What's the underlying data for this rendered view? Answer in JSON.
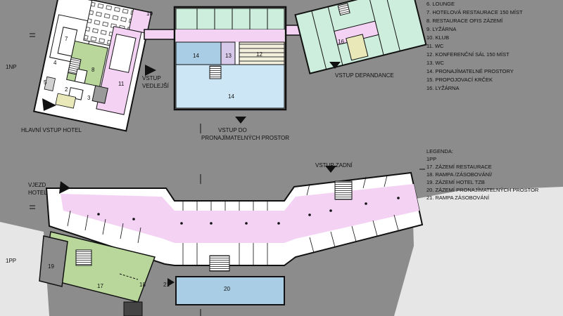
{
  "colors": {
    "background": "#8c8c8c",
    "light_area": "#e6e6e6",
    "pink_corridor": "#f3d2f3",
    "green_restaurant": "#b9d79b",
    "teal_dependance": "#cdeedd",
    "blue_rental": "#a9cde4",
    "light_blue_rental": "#cce6f6",
    "lilac": "#d7c9ea",
    "wall": "#111111",
    "yellow": "#e9e8b9"
  },
  "floor_1np": {
    "label": "1NP",
    "annotations": {
      "main_entrance": "HLAVNÍ VSTUP HOTEL",
      "side_entrance_1": "VSTUP",
      "side_entrance_2": "VEDLEJŠÍ",
      "dependance_entrance": "VSTUP DEPANDANCE",
      "rental_entrance_1": "VSTUP DO",
      "rental_entrance_2": "PRONAJÍMATELNÝCH PROSTOR"
    },
    "room_numbers": [
      "10",
      "7",
      "8",
      "4",
      "5",
      "2",
      "3",
      "11",
      "14",
      "13",
      "12",
      "14",
      "16"
    ]
  },
  "floor_1pp": {
    "label": "1PP",
    "annotations": {
      "entry_hotel_1": "VJEZD",
      "entry_hotel_2": "HOTEL",
      "rear_entrance": "VSTUP ZADNÍ"
    },
    "room_numbers": [
      "19",
      "17",
      "18",
      "21",
      "20"
    ]
  },
  "legend_1np": [
    "6.    LOUNGE",
    "7.    HOTELOVÁ RESTAURACE 150 MÍST",
    "8.    RESTAURACE OFIS ZÁZEMÍ",
    "9.    LYŽÁRNA",
    "10.   KLUB",
    "11.   WC",
    "12.   KONFERENČNÍ SÁL 150 MÍST",
    "13.   WC",
    "14.   PRONAJÍMATELNÉ PROSTORY",
    "15.   PROPOJOVACÍ KRČEK",
    "16.   LYŽÁRNA"
  ],
  "legend_1pp": {
    "title": "LEGENDA:",
    "floor": "1PP",
    "items": [
      "17.   ZÁZEMÍ RESTAURACE",
      "18.   RAMPA /ZÁSOBOVÁNÍ/",
      "19.   ZÁZEMÍ HOTEL TZB",
      "20.   ZÁZEMÍ PRONAJÍMATELNÝCH PROSTOR",
      "21.   RAMPA ZÁSOBOVÁNÍ"
    ]
  }
}
